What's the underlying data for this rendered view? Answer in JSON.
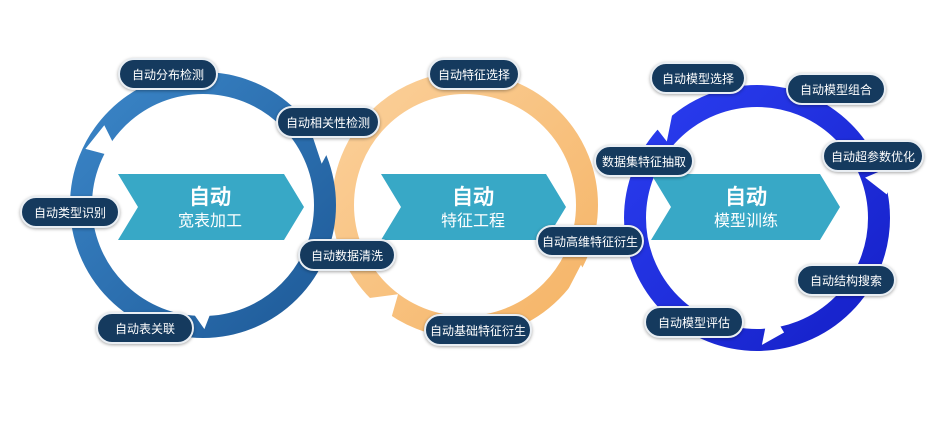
{
  "colors": {
    "ring1": "#2b6fb0",
    "ring2": "#f8c27a",
    "ring3": "#1f2fe0",
    "banner": "#38a8c6",
    "pill_bg": "#153a5e",
    "pill_text": "#ffffff"
  },
  "stages": [
    {
      "line1": "自动",
      "line2": "宽表加工"
    },
    {
      "line1": "自动",
      "line2": "特征工程"
    },
    {
      "line1": "自动",
      "line2": "模型训练"
    }
  ],
  "steps": {
    "ring1": [
      "自动分布检测",
      "自动相关性检测",
      "自动数据清洗",
      "自动表关联",
      "自动类型识别"
    ],
    "ring2": [
      "自动特征选择",
      "自动高维特征衍生",
      "自动基础特征衍生"
    ],
    "ring3": [
      "数据集特征抽取",
      "自动模型选择",
      "自动模型组合",
      "自动超参数优化",
      "自动结构搜索",
      "自动模型评估"
    ]
  }
}
